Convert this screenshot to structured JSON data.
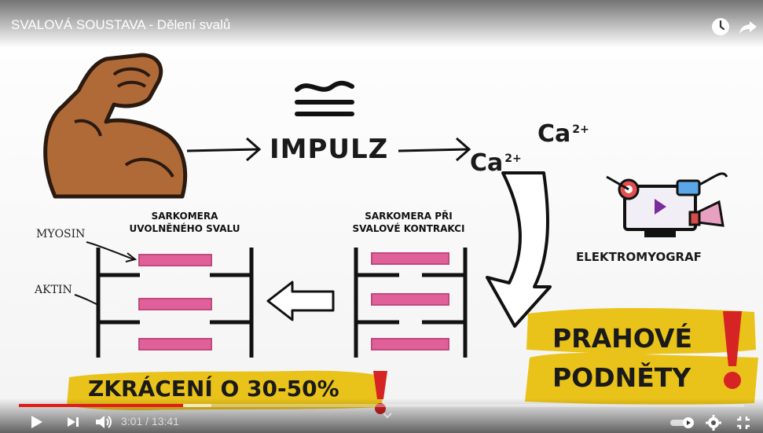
{
  "video": {
    "title": "SVALOVÁ SOUSTAVA - Dělení svalů",
    "current_time": "3:01",
    "duration": "13:41",
    "time_display": "3:01 / 13:41",
    "progress_fraction": 0.22,
    "accent_color": "#e21b1b"
  },
  "top_icons": [
    "watch-later-icon",
    "share-icon"
  ],
  "slide": {
    "impulz": "IMPULZ",
    "ca1": "Ca",
    "ca2": "Ca",
    "charge": "2+",
    "sarkomera_relaxed_line1": "SARKOMERA",
    "sarkomera_relaxed_line2": "UVOLNĚNÉHO SVALU",
    "sarkomera_contract_line1": "SARKOMERA PŘI",
    "sarkomera_contract_line2": "SVALOVÉ KONTRAKCI",
    "myosin": "MYOSIN",
    "aktin": "AKTIN",
    "elektromyograf": "ELEKTROMYOGRAF",
    "zkraceni": "ZKRÁCENÍ O 30-50%",
    "prahove": "PRAHOVÉ",
    "podnety": "PODNĚTY",
    "highlight_color": "#e9c21a",
    "myosin_color": "#e0609a",
    "exclaim_color": "#d62323"
  },
  "controls": [
    "play-icon",
    "next-icon",
    "volume-icon",
    "autoplay-toggle",
    "settings-icon",
    "exit-fullscreen-icon"
  ]
}
